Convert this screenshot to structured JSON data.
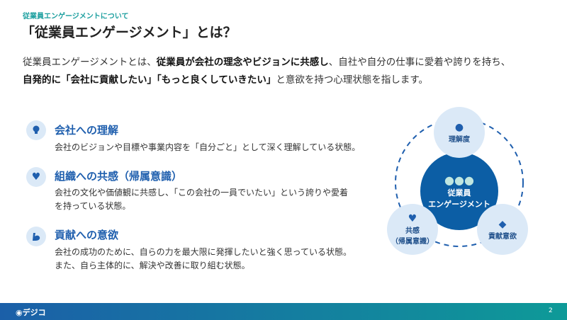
{
  "kicker": "従業員エンゲージメントについて",
  "title": "「従業員エンゲージメント」とは？",
  "intro": {
    "l1a": "従業員エンゲージメントとは、",
    "l1b": "従業員が会社の理念やビジョンに共感し",
    "l1c": "、自社や自分の仕事に愛着や誇りを持ち、",
    "l2a": "自発的に「会社に貢献したい」「もっと良くしていきたい」",
    "l2b": "と意欲を持つ心理状態を指します。"
  },
  "items": [
    {
      "icon": "lightbulb-icon",
      "heading": "会社への理解",
      "desc": [
        "会社のビジョンや目標や事業内容を「自分ごと」として深く理解している状態。"
      ]
    },
    {
      "icon": "heart-icon",
      "heading": "組織への共感（帰属意識）",
      "desc": [
        "会社の文化や価値観に共感し、「この会社の一員でいたい」という誇りや愛着",
        "を持っている状態。"
      ]
    },
    {
      "icon": "flexed-arm-icon",
      "heading": "貢献への意欲",
      "desc": [
        "会社の成功のために、自らの力を最大限に発揮したいと強く思っている状態。",
        "また、自ら主体的に、解決や改善に取り組む状態。"
      ]
    }
  ],
  "diagram": {
    "center1": "従業員",
    "center2": "エンゲージメント",
    "top": "理解度",
    "left1": "共感",
    "left2": "（帰属意識）",
    "right": "貢献意欲"
  },
  "footer": {
    "logo": "デジコ",
    "page": "2"
  },
  "colors": {
    "accent": "#1f5fae",
    "teal": "#1a9e9e",
    "dark": "#0c5ea5",
    "light": "#dbe9f7"
  }
}
